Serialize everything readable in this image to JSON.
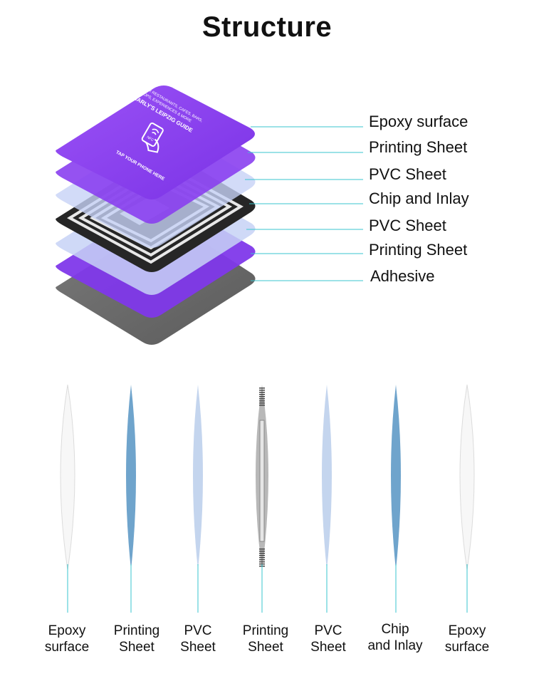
{
  "title": "Structure",
  "card_print": {
    "line1": "DISCOVER RESTAURANTS, CAFES, BARS,",
    "line2": "SHOPS, EXPERIENCES & MORE",
    "line3": "CHARLY'S LEIPZIG GUIDE",
    "nfc": "NFC",
    "line4": "TAP YOUR PHONE HERE"
  },
  "layers": [
    {
      "label": "Epoxy surface"
    },
    {
      "label": "Printing Sheet"
    },
    {
      "label": "PVC Sheet"
    },
    {
      "label": "Chip and Inlay"
    },
    {
      "label": "PVC Sheet"
    },
    {
      "label": "Printing Sheet"
    },
    {
      "label": "Adhesive"
    }
  ],
  "cross_section": [
    {
      "line1": "Epoxy",
      "line2": "surface",
      "color": "#f7f7f7"
    },
    {
      "line1": "Printing",
      "line2": "Sheet",
      "color": "#6fa4cc"
    },
    {
      "line1": "PVC",
      "line2": "Sheet",
      "color": "#c4d5ee"
    },
    {
      "line1": "Printing",
      "line2": "Sheet",
      "color": "#b8b8b8"
    },
    {
      "line1": "PVC",
      "line2": "Sheet",
      "color": "#c4d5ee"
    },
    {
      "line1": "Chip",
      "line2": "and Inlay",
      "color": "#6fa4cc"
    },
    {
      "line1": "Epoxy",
      "line2": "surface",
      "color": "#f7f7f7"
    }
  ],
  "colors": {
    "purple": "#8a3ff0",
    "purple_dark": "#6d2cc7",
    "translucent_blue": "#c9d4f5",
    "inlay_dark": "#262626",
    "adhesive": "#6b6b6b",
    "leader": "#39c6cf"
  }
}
